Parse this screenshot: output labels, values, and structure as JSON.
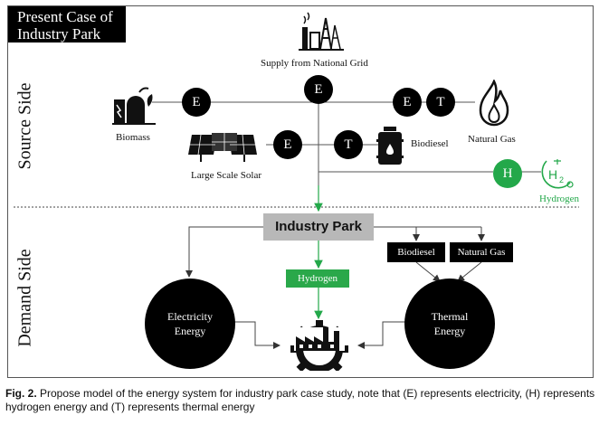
{
  "title": "Present Case of Industry Park",
  "sides": {
    "source": "Source Side",
    "demand": "Demand Side"
  },
  "source": {
    "grid_label": "Supply from National Grid",
    "biomass_label": "Biomass",
    "solar_label": "Large Scale Solar",
    "biodiesel_label": "Biodiesel",
    "natural_gas_label": "Natural Gas",
    "hydrogen_label": "Hydrogen",
    "e": "E",
    "t": "T",
    "h": "H"
  },
  "demand": {
    "industry_park": "Industry Park",
    "hydrogen": "Hydrogen",
    "biodiesel": "Biodiesel",
    "natural_gas": "Natural Gas",
    "electricity": "Electricity Energy",
    "thermal": "Thermal Energy"
  },
  "caption": {
    "prefix": "Fig. 2.",
    "text": " Propose model of the energy system for industry park case study, note that (E) represents electricity, (H) represents hydrogen energy and (T) represents thermal energy"
  },
  "colors": {
    "green": "#23a84a",
    "black": "#000000",
    "gray_box": "#b8b8b8"
  },
  "icons": [
    "power-plant-icon",
    "biomass-icon",
    "flame-icon",
    "solar-panel-icon",
    "fuel-barrel-icon",
    "h2-icon",
    "factory-gear-icon"
  ]
}
